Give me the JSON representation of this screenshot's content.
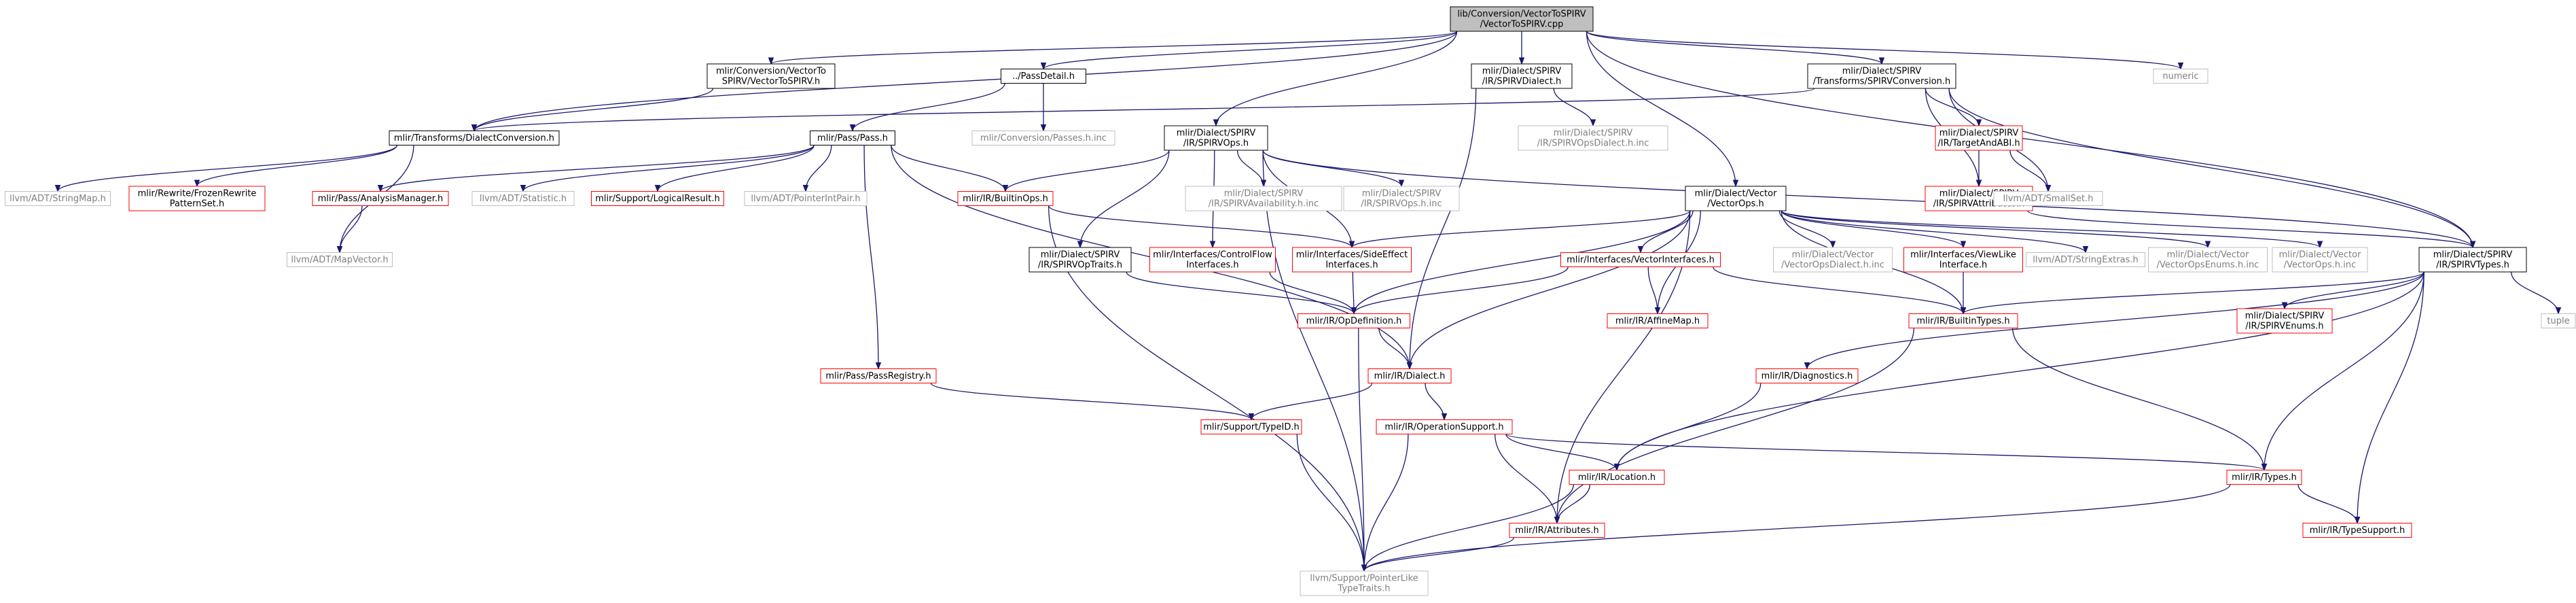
{
  "graph": {
    "title": "lib/Conversion/VectorToSPIRV/VectorToSPIRV.cpp",
    "style": {
      "edge_color": "#191970",
      "root_fill": "#bfbfbf",
      "normal_border": "#000000",
      "missing_border": "#bfbfbf",
      "missing_text": "#7f7f7f",
      "red_border": "#ff0000",
      "box_fill": "#ffffff"
    },
    "nodes": [
      {
        "id": "root",
        "lines": [
          "lib/Conversion/VectorToSPIRV",
          "/VectorToSPIRV.cpp"
        ],
        "kind": "root"
      },
      {
        "id": "vts_h",
        "lines": [
          "mlir/Conversion/VectorTo",
          "SPIRV/VectorToSPIRV.h"
        ],
        "kind": "normal"
      },
      {
        "id": "passdetail",
        "lines": [
          "../PassDetail.h"
        ],
        "kind": "normal"
      },
      {
        "id": "spirvdialect",
        "lines": [
          "mlir/Dialect/SPIRV",
          "/IR/SPIRVDialect.h"
        ],
        "kind": "normal"
      },
      {
        "id": "spirvconv",
        "lines": [
          "mlir/Dialect/SPIRV",
          "/Transforms/SPIRVConversion.h"
        ],
        "kind": "normal"
      },
      {
        "id": "numeric",
        "lines": [
          "numeric"
        ],
        "kind": "missing"
      },
      {
        "id": "dialectconv",
        "lines": [
          "mlir/Transforms/DialectConversion.h"
        ],
        "kind": "normal"
      },
      {
        "id": "convpasses",
        "lines": [
          "mlir/Conversion/Passes.h.inc"
        ],
        "kind": "missing"
      },
      {
        "id": "opsdialectinc",
        "lines": [
          "mlir/Dialect/SPIRV",
          "/IR/SPIRVOpsDialect.h.inc"
        ],
        "kind": "missing"
      },
      {
        "id": "targetabi",
        "lines": [
          "mlir/Dialect/SPIRV",
          "/IR/TargetAndABI.h"
        ],
        "kind": "red"
      },
      {
        "id": "passh",
        "lines": [
          "mlir/Pass/Pass.h"
        ],
        "kind": "normal"
      },
      {
        "id": "spirvops",
        "lines": [
          "mlir/Dialect/SPIRV",
          "/IR/SPIRVOps.h"
        ],
        "kind": "normal"
      },
      {
        "id": "spirvattr",
        "lines": [
          "mlir/Dialect/SPIRV",
          "/IR/SPIRVAttributes.h"
        ],
        "kind": "red"
      },
      {
        "id": "smallset",
        "lines": [
          "llvm/ADT/SmallSet.h"
        ],
        "kind": "missing"
      },
      {
        "id": "stringmap",
        "lines": [
          "llvm/ADT/StringMap.h"
        ],
        "kind": "missing"
      },
      {
        "id": "frozen",
        "lines": [
          "mlir/Rewrite/FrozenRewrite",
          "PatternSet.h"
        ],
        "kind": "red"
      },
      {
        "id": "analysismgr",
        "lines": [
          "mlir/Pass/AnalysisManager.h"
        ],
        "kind": "red"
      },
      {
        "id": "statistic",
        "lines": [
          "llvm/ADT/Statistic.h"
        ],
        "kind": "missing"
      },
      {
        "id": "logicalresult",
        "lines": [
          "mlir/Support/LogicalResult.h"
        ],
        "kind": "red"
      },
      {
        "id": "pointerintpair",
        "lines": [
          "llvm/ADT/PointerIntPair.h"
        ],
        "kind": "missing"
      },
      {
        "id": "builtinops",
        "lines": [
          "mlir/IR/BuiltinOps.h"
        ],
        "kind": "red"
      },
      {
        "id": "availinc",
        "lines": [
          "mlir/Dialect/SPIRV",
          "/IR/SPIRVAvailability.h.inc"
        ],
        "kind": "missing"
      },
      {
        "id": "opsinc",
        "lines": [
          "mlir/Dialect/SPIRV",
          "/IR/SPIRVOps.h.inc"
        ],
        "kind": "missing"
      },
      {
        "id": "vectorops",
        "lines": [
          "mlir/Dialect/Vector",
          "/VectorOps.h"
        ],
        "kind": "normal"
      },
      {
        "id": "mapvector",
        "lines": [
          "llvm/ADT/MapVector.h"
        ],
        "kind": "missing"
      },
      {
        "id": "optraits",
        "lines": [
          "mlir/Dialect/SPIRV",
          "/IR/SPIRVOpTraits.h"
        ],
        "kind": "normal"
      },
      {
        "id": "controlflow",
        "lines": [
          "mlir/Interfaces/ControlFlow",
          "Interfaces.h"
        ],
        "kind": "red"
      },
      {
        "id": "sideeffect",
        "lines": [
          "mlir/Interfaces/SideEffect",
          "Interfaces.h"
        ],
        "kind": "red"
      },
      {
        "id": "vectorinterfaces",
        "lines": [
          "mlir/Interfaces/VectorInterfaces.h"
        ],
        "kind": "red"
      },
      {
        "id": "vectordialectinc",
        "lines": [
          "mlir/Dialect/Vector",
          "/VectorOpsDialect.h.inc"
        ],
        "kind": "missing"
      },
      {
        "id": "viewlike",
        "lines": [
          "mlir/Interfaces/ViewLike",
          "Interface.h"
        ],
        "kind": "red"
      },
      {
        "id": "stringextras",
        "lines": [
          "llvm/ADT/StringExtras.h"
        ],
        "kind": "missing"
      },
      {
        "id": "vectorenums",
        "lines": [
          "mlir/Dialect/Vector",
          "/VectorOpsEnums.h.inc"
        ],
        "kind": "missing"
      },
      {
        "id": "vectoropsinc",
        "lines": [
          "mlir/Dialect/Vector",
          "/VectorOps.h.inc"
        ],
        "kind": "missing"
      },
      {
        "id": "spirvtypes",
        "lines": [
          "mlir/Dialect/SPIRV",
          "/IR/SPIRVTypes.h"
        ],
        "kind": "normal"
      },
      {
        "id": "tuple",
        "lines": [
          "tuple"
        ],
        "kind": "missing"
      },
      {
        "id": "opdefinition",
        "lines": [
          "mlir/IR/OpDefinition.h"
        ],
        "kind": "red"
      },
      {
        "id": "affinemap",
        "lines": [
          "mlir/IR/AffineMap.h"
        ],
        "kind": "red"
      },
      {
        "id": "builtintypes",
        "lines": [
          "mlir/IR/BuiltinTypes.h"
        ],
        "kind": "red"
      },
      {
        "id": "spirvenums",
        "lines": [
          "mlir/Dialect/SPIRV",
          "/IR/SPIRVEnums.h"
        ],
        "kind": "red"
      },
      {
        "id": "passregistry",
        "lines": [
          "mlir/Pass/PassRegistry.h"
        ],
        "kind": "red"
      },
      {
        "id": "dialecth",
        "lines": [
          "mlir/IR/Dialect.h"
        ],
        "kind": "red"
      },
      {
        "id": "diagnostics",
        "lines": [
          "mlir/IR/Diagnostics.h"
        ],
        "kind": "red"
      },
      {
        "id": "typeid",
        "lines": [
          "mlir/Support/TypeID.h"
        ],
        "kind": "red"
      },
      {
        "id": "opsupport",
        "lines": [
          "mlir/IR/OperationSupport.h"
        ],
        "kind": "red"
      },
      {
        "id": "location",
        "lines": [
          "mlir/IR/Location.h"
        ],
        "kind": "red"
      },
      {
        "id": "typesh",
        "lines": [
          "mlir/IR/Types.h"
        ],
        "kind": "red"
      },
      {
        "id": "attributes",
        "lines": [
          "mlir/IR/Attributes.h"
        ],
        "kind": "red"
      },
      {
        "id": "typesupport",
        "lines": [
          "mlir/IR/TypeSupport.h"
        ],
        "kind": "red"
      },
      {
        "id": "pointerlike",
        "lines": [
          "llvm/Support/PointerLike",
          "TypeTraits.h"
        ],
        "kind": "missing"
      }
    ],
    "edges": [
      [
        "root",
        "vts_h"
      ],
      [
        "root",
        "passdetail"
      ],
      [
        "root",
        "spirvdialect"
      ],
      [
        "root",
        "spirvconv"
      ],
      [
        "root",
        "numeric"
      ],
      [
        "root",
        "dialectconv"
      ],
      [
        "root",
        "spirvops"
      ],
      [
        "root",
        "vectorops"
      ],
      [
        "root",
        "spirvtypes"
      ],
      [
        "vts_h",
        "dialectconv"
      ],
      [
        "passdetail",
        "passh"
      ],
      [
        "passdetail",
        "convpasses"
      ],
      [
        "spirvdialect",
        "opsdialectinc"
      ],
      [
        "spirvdialect",
        "dialecth"
      ],
      [
        "spirvconv",
        "dialectconv"
      ],
      [
        "spirvconv",
        "targetabi"
      ],
      [
        "spirvconv",
        "spirvattr"
      ],
      [
        "spirvconv",
        "smallset"
      ],
      [
        "spirvconv",
        "spirvtypes"
      ],
      [
        "targetabi",
        "spirvattr"
      ],
      [
        "targetabi",
        "smallset"
      ],
      [
        "spirvattr",
        "spirvtypes"
      ],
      [
        "dialectconv",
        "stringmap"
      ],
      [
        "dialectconv",
        "frozen"
      ],
      [
        "dialectconv",
        "mapvector"
      ],
      [
        "passh",
        "analysismgr"
      ],
      [
        "passh",
        "statistic"
      ],
      [
        "passh",
        "logicalresult"
      ],
      [
        "passh",
        "pointerintpair"
      ],
      [
        "passh",
        "builtinops"
      ],
      [
        "passh",
        "passregistry"
      ],
      [
        "passh",
        "dialecth"
      ],
      [
        "analysismgr",
        "mapvector"
      ],
      [
        "spirvops",
        "builtinops"
      ],
      [
        "spirvops",
        "availinc"
      ],
      [
        "spirvops",
        "opsinc"
      ],
      [
        "spirvops",
        "optraits"
      ],
      [
        "spirvops",
        "controlflow"
      ],
      [
        "spirvops",
        "sideeffect"
      ],
      [
        "spirvops",
        "spirvtypes"
      ],
      [
        "spirvops",
        "pointerlike"
      ],
      [
        "builtinops",
        "sideeffect"
      ],
      [
        "builtinops",
        "pointerlike"
      ],
      [
        "vectorops",
        "vectorinterfaces"
      ],
      [
        "vectorops",
        "sideeffect"
      ],
      [
        "vectorops",
        "viewlike"
      ],
      [
        "vectorops",
        "vectordialectinc"
      ],
      [
        "vectorops",
        "stringextras"
      ],
      [
        "vectorops",
        "vectorenums"
      ],
      [
        "vectorops",
        "vectoropsinc"
      ],
      [
        "vectorops",
        "affinemap"
      ],
      [
        "vectorops",
        "builtintypes"
      ],
      [
        "vectorops",
        "opdefinition"
      ],
      [
        "vectorops",
        "dialecth"
      ],
      [
        "vectorops",
        "attributes"
      ],
      [
        "optraits",
        "opdefinition"
      ],
      [
        "controlflow",
        "opdefinition"
      ],
      [
        "sideeffect",
        "opdefinition"
      ],
      [
        "vectorinterfaces",
        "affinemap"
      ],
      [
        "vectorinterfaces",
        "opdefinition"
      ],
      [
        "vectorinterfaces",
        "builtintypes"
      ],
      [
        "viewlike",
        "builtintypes"
      ],
      [
        "spirvtypes",
        "tuple"
      ],
      [
        "spirvtypes",
        "builtintypes"
      ],
      [
        "spirvtypes",
        "spirvenums"
      ],
      [
        "spirvtypes",
        "diagnostics"
      ],
      [
        "spirvtypes",
        "location"
      ],
      [
        "spirvtypes",
        "typesh"
      ],
      [
        "spirvtypes",
        "typesupport"
      ],
      [
        "opdefinition",
        "dialecth"
      ],
      [
        "opdefinition",
        "pointerlike"
      ],
      [
        "builtintypes",
        "attributes"
      ],
      [
        "builtintypes",
        "typesh"
      ],
      [
        "passregistry",
        "typeid"
      ],
      [
        "dialecth",
        "typeid"
      ],
      [
        "dialecth",
        "opsupport"
      ],
      [
        "diagnostics",
        "location"
      ],
      [
        "typeid",
        "pointerlike"
      ],
      [
        "opsupport",
        "location"
      ],
      [
        "opsupport",
        "attributes"
      ],
      [
        "opsupport",
        "typesh"
      ],
      [
        "opsupport",
        "pointerlike"
      ],
      [
        "location",
        "attributes"
      ],
      [
        "location",
        "pointerlike"
      ],
      [
        "typesh",
        "typesupport"
      ],
      [
        "typesh",
        "pointerlike"
      ],
      [
        "attributes",
        "pointerlike"
      ]
    ]
  }
}
